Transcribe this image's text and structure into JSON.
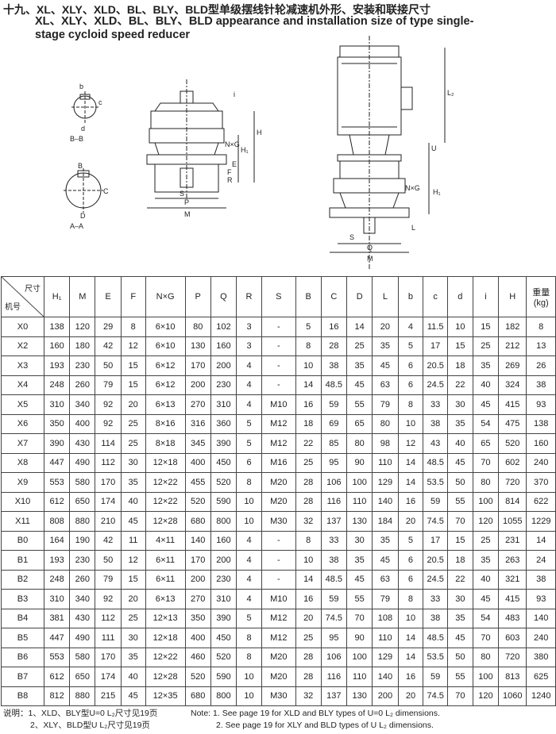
{
  "title_cn": "十九、XL、XLY、XLD、BL、BLY、BLD型单级摆线针轮减速机外形、安装和联接尺寸",
  "title_en": "XL、XLY、XLD、BL、BLY、BLD appearance and installation size of type single-stage cycloid speed reducer",
  "drawings": {
    "section_bb": "B–B",
    "section_aa": "A–A",
    "labels": {
      "b": "b",
      "c": "c",
      "d": "d",
      "B": "B",
      "C": "C",
      "D": "D",
      "H": "H",
      "H1": "H₁",
      "M": "M",
      "P": "P",
      "Q": "Q",
      "S": "S",
      "E": "E",
      "F": "F",
      "L": "L",
      "R": "R",
      "NG": "N×G",
      "U": "U",
      "L2": "L₂",
      "i": "i"
    }
  },
  "table": {
    "corner_top": "尺寸",
    "corner_bottom": "机号",
    "headers": [
      "H₁",
      "M",
      "E",
      "F",
      "N×G",
      "P",
      "Q",
      "R",
      "S",
      "B",
      "C",
      "D",
      "L",
      "b",
      "c",
      "d",
      "i",
      "H",
      "重量\n(kg)"
    ],
    "rows": [
      [
        "X0",
        "138",
        "120",
        "29",
        "8",
        "6×10",
        "80",
        "102",
        "3",
        "-",
        "5",
        "16",
        "14",
        "20",
        "4",
        "11.5",
        "10",
        "15",
        "182",
        "8"
      ],
      [
        "X2",
        "160",
        "180",
        "42",
        "12",
        "6×10",
        "130",
        "160",
        "3",
        "-",
        "8",
        "28",
        "25",
        "35",
        "5",
        "17",
        "15",
        "25",
        "212",
        "13"
      ],
      [
        "X3",
        "193",
        "230",
        "50",
        "15",
        "6×12",
        "170",
        "200",
        "4",
        "-",
        "10",
        "38",
        "35",
        "45",
        "6",
        "20.5",
        "18",
        "35",
        "269",
        "26"
      ],
      [
        "X4",
        "248",
        "260",
        "79",
        "15",
        "6×12",
        "200",
        "230",
        "4",
        "-",
        "14",
        "48.5",
        "45",
        "63",
        "6",
        "24.5",
        "22",
        "40",
        "324",
        "38"
      ],
      [
        "X5",
        "310",
        "340",
        "92",
        "20",
        "6×13",
        "270",
        "310",
        "4",
        "M10",
        "16",
        "59",
        "55",
        "79",
        "8",
        "33",
        "30",
        "45",
        "415",
        "93"
      ],
      [
        "X6",
        "350",
        "400",
        "92",
        "25",
        "8×16",
        "316",
        "360",
        "5",
        "M12",
        "18",
        "69",
        "65",
        "80",
        "10",
        "38",
        "35",
        "54",
        "475",
        "138"
      ],
      [
        "X7",
        "390",
        "430",
        "114",
        "25",
        "8×18",
        "345",
        "390",
        "5",
        "M12",
        "22",
        "85",
        "80",
        "98",
        "12",
        "43",
        "40",
        "65",
        "520",
        "160"
      ],
      [
        "X8",
        "447",
        "490",
        "112",
        "30",
        "12×18",
        "400",
        "450",
        "6",
        "M16",
        "25",
        "95",
        "90",
        "110",
        "14",
        "48.5",
        "45",
        "70",
        "602",
        "240"
      ],
      [
        "X9",
        "553",
        "580",
        "170",
        "35",
        "12×22",
        "455",
        "520",
        "8",
        "M20",
        "28",
        "106",
        "100",
        "129",
        "14",
        "53.5",
        "50",
        "80",
        "720",
        "370"
      ],
      [
        "X10",
        "612",
        "650",
        "174",
        "40",
        "12×22",
        "520",
        "590",
        "10",
        "M20",
        "28",
        "116",
        "110",
        "140",
        "16",
        "59",
        "55",
        "100",
        "814",
        "622"
      ],
      [
        "X11",
        "808",
        "880",
        "210",
        "45",
        "12×28",
        "680",
        "800",
        "10",
        "M30",
        "32",
        "137",
        "130",
        "184",
        "20",
        "74.5",
        "70",
        "120",
        "1055",
        "1229"
      ],
      [
        "B0",
        "164",
        "190",
        "42",
        "11",
        "4×11",
        "140",
        "160",
        "4",
        "-",
        "8",
        "33",
        "30",
        "35",
        "5",
        "17",
        "15",
        "25",
        "231",
        "14"
      ],
      [
        "B1",
        "193",
        "230",
        "50",
        "12",
        "6×11",
        "170",
        "200",
        "4",
        "-",
        "10",
        "38",
        "35",
        "45",
        "6",
        "20.5",
        "18",
        "35",
        "263",
        "24"
      ],
      [
        "B2",
        "248",
        "260",
        "79",
        "15",
        "6×11",
        "200",
        "230",
        "4",
        "-",
        "14",
        "48.5",
        "45",
        "63",
        "6",
        "24.5",
        "22",
        "40",
        "321",
        "38"
      ],
      [
        "B3",
        "310",
        "340",
        "92",
        "20",
        "6×13",
        "270",
        "310",
        "4",
        "M10",
        "16",
        "59",
        "55",
        "79",
        "8",
        "33",
        "30",
        "45",
        "415",
        "93"
      ],
      [
        "B4",
        "381",
        "430",
        "112",
        "25",
        "12×13",
        "350",
        "390",
        "5",
        "M12",
        "20",
        "74.5",
        "70",
        "108",
        "10",
        "38",
        "35",
        "54",
        "483",
        "140"
      ],
      [
        "B5",
        "447",
        "490",
        "111",
        "30",
        "12×18",
        "400",
        "450",
        "8",
        "M12",
        "25",
        "95",
        "90",
        "110",
        "14",
        "48.5",
        "45",
        "70",
        "603",
        "240"
      ],
      [
        "B6",
        "553",
        "580",
        "170",
        "35",
        "12×22",
        "460",
        "520",
        "8",
        "M20",
        "28",
        "106",
        "100",
        "129",
        "14",
        "53.5",
        "50",
        "80",
        "720",
        "380"
      ],
      [
        "B7",
        "612",
        "650",
        "174",
        "40",
        "12×28",
        "520",
        "590",
        "10",
        "M20",
        "28",
        "116",
        "110",
        "140",
        "16",
        "59",
        "55",
        "100",
        "813",
        "625"
      ],
      [
        "B8",
        "812",
        "880",
        "215",
        "45",
        "12×35",
        "680",
        "800",
        "10",
        "M30",
        "32",
        "137",
        "130",
        "200",
        "20",
        "74.5",
        "70",
        "120",
        "1060",
        "1240"
      ]
    ]
  },
  "notes_cn": [
    "说明：1、XLD、BLY型U=0 L₂尺寸见19页",
    "2、XLY、BLD型U L₂尺寸见19页"
  ],
  "notes_en": [
    "Note: 1. See page 19 for XLD and BLY types of U=0 L₂ dimensions.",
    "2. See page 19 for XLY and BLD types of U L₂ dimensions."
  ]
}
